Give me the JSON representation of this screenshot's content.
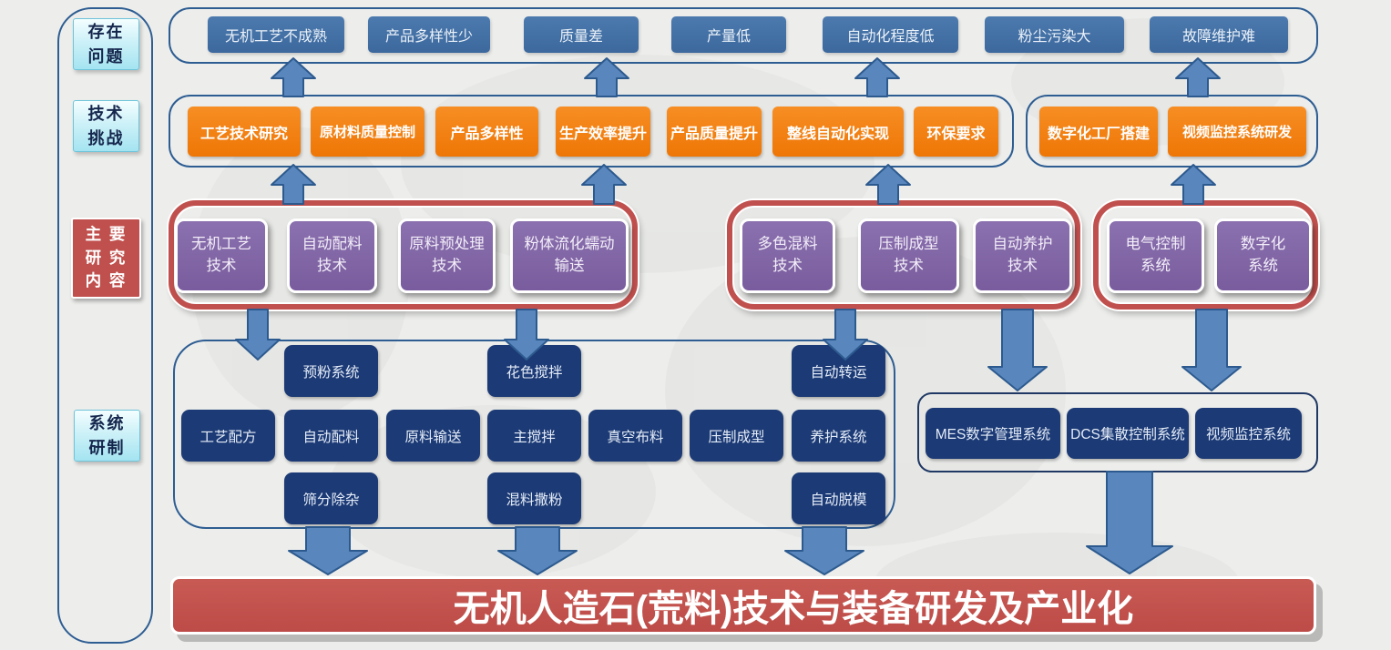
{
  "colors": {
    "background": "#edeeec",
    "container_border": "#2e5d92",
    "problem_blue": "#3c689d",
    "challenge_orange": "#ee7605",
    "research_purple": "#8064a2",
    "research_group_border_red": "#c0504d",
    "system_navy": "#1c3a75",
    "arrow_blue": "#5886bd",
    "label_cyan": "#bfeaf4",
    "banner_red": "#c0504d"
  },
  "rail": {
    "problems": [
      "存在",
      "问题"
    ],
    "challenges": [
      "技术",
      "挑战"
    ],
    "research": [
      "主 要",
      "研 究",
      "内 容"
    ],
    "system": [
      "系统",
      "研制"
    ]
  },
  "problems": {
    "items": [
      "无机工艺不成熟",
      "产品多样性少",
      "质量差",
      "产量低",
      "自动化程度低",
      "粉尘污染大",
      "故障维护难"
    ]
  },
  "challenges": {
    "group1": [
      "工艺技术研究",
      "原材料质量控制",
      "产品多样性",
      "生产效率提升",
      "产品质量提升",
      "整线自动化实现",
      "环保要求"
    ],
    "group2": [
      "数字化工厂搭建",
      "视频监控系统研发"
    ]
  },
  "research": {
    "group1": [
      [
        "无机工艺",
        "技术"
      ],
      [
        "自动配料",
        "技术"
      ],
      [
        "原料预处理",
        "技术"
      ],
      [
        "粉体流化蠕动",
        "输送"
      ]
    ],
    "group2": [
      [
        "多色混料",
        "技术"
      ],
      [
        "压制成型",
        "技术"
      ],
      [
        "自动养护",
        "技术"
      ]
    ],
    "group3": [
      [
        "电气控制",
        "系统"
      ],
      [
        "数字化",
        "系统"
      ]
    ]
  },
  "system": {
    "row1": [
      "预粉系统",
      "花色搅拌",
      "自动转运"
    ],
    "row2": [
      "工艺配方",
      "自动配料",
      "原料输送",
      "主搅拌",
      "真空布料",
      "压制成型",
      "养护系统"
    ],
    "row3": [
      "筛分除杂",
      "混料撒粉",
      "自动脱模"
    ],
    "mes": [
      "MES数字管理系统",
      "DCS集散控制系统",
      "视频监控系统"
    ]
  },
  "banner": {
    "title": "无机人造石(荒料)技术与装备研发及产业化"
  }
}
